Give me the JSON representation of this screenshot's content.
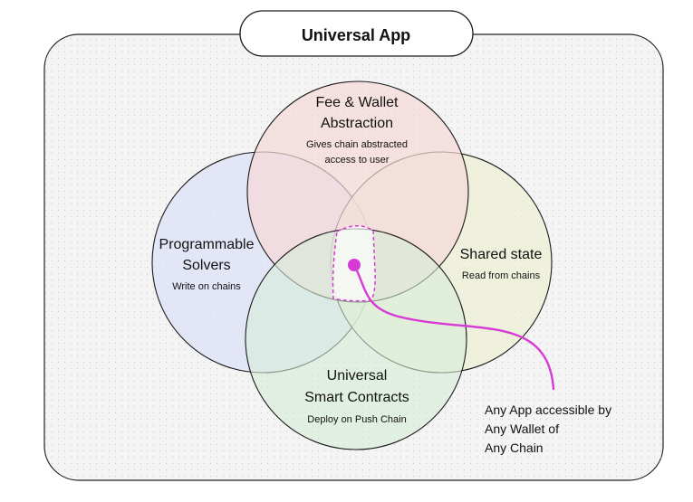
{
  "title": "Universal App",
  "colors": {
    "frame_fill": "#f4f4f4",
    "frame_stroke": "#222222",
    "dot_pattern": "#cfcfcf",
    "circle_stroke": "#1a1a1a",
    "fee_fill": "#f6d9d9",
    "solvers_fill": "#dfe3f6",
    "shared_fill": "#eef0d4",
    "contracts_fill": "#d6ecd8",
    "accent": "#d63bd6"
  },
  "circles": {
    "fee": {
      "title_line1": "Fee & Wallet",
      "title_line2": "Abstraction",
      "desc_line1": "Gives chain abstracted",
      "desc_line2": "access to user"
    },
    "solvers": {
      "title_line1": "Programmable",
      "title_line2": "Solvers",
      "desc_line1": "Write on chains"
    },
    "shared": {
      "title_line1": "Shared state",
      "desc_line1": "Read from chains"
    },
    "contracts": {
      "title_line1": "Universal",
      "title_line2": "Smart Contracts",
      "desc_line1": "Deploy on Push Chain"
    }
  },
  "callout": {
    "line1": "Any App accessible by",
    "line2": "Any Wallet of",
    "line3": "Any Chain"
  }
}
